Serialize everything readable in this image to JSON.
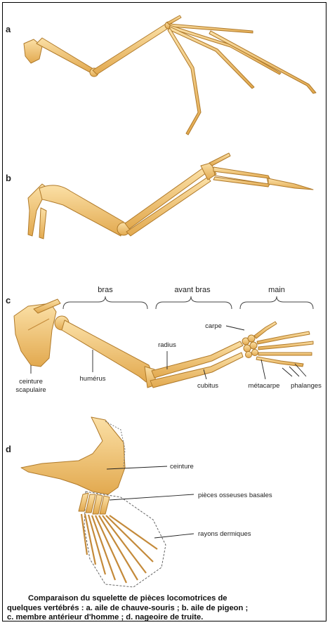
{
  "panels": {
    "a": {
      "letter": "a"
    },
    "b": {
      "letter": "b"
    },
    "c": {
      "letter": "c",
      "regions": {
        "arm": "bras",
        "forearm": "avant bras",
        "hand": "main"
      },
      "labels": {
        "girdle": "ceinture",
        "girdle_line2": "scapulaire",
        "humerus": "humérus",
        "radius": "radius",
        "ulna": "cubitus",
        "carpus": "carpe",
        "metacarpus": "métacarpe",
        "phalanges": "phalanges"
      }
    },
    "d": {
      "letter": "d",
      "labels": {
        "girdle": "ceinture",
        "basal_bones": "pièces osseuses basales",
        "dermal_rays": "rayons dermiques"
      }
    }
  },
  "caption": {
    "line1": "Comparaison du squelette de pièces locomotrices de",
    "line2": "quelques vertébrés : a. aile de chauve-souris ; b. aile de pigeon ;",
    "line3": "c. membre antérieur d'homme ; d. nageoire de truite."
  },
  "colors": {
    "bone": "#f3c978",
    "bone_outline": "#b07a2a",
    "bone_shadow": "#d79a3e",
    "frame": "#000000"
  }
}
